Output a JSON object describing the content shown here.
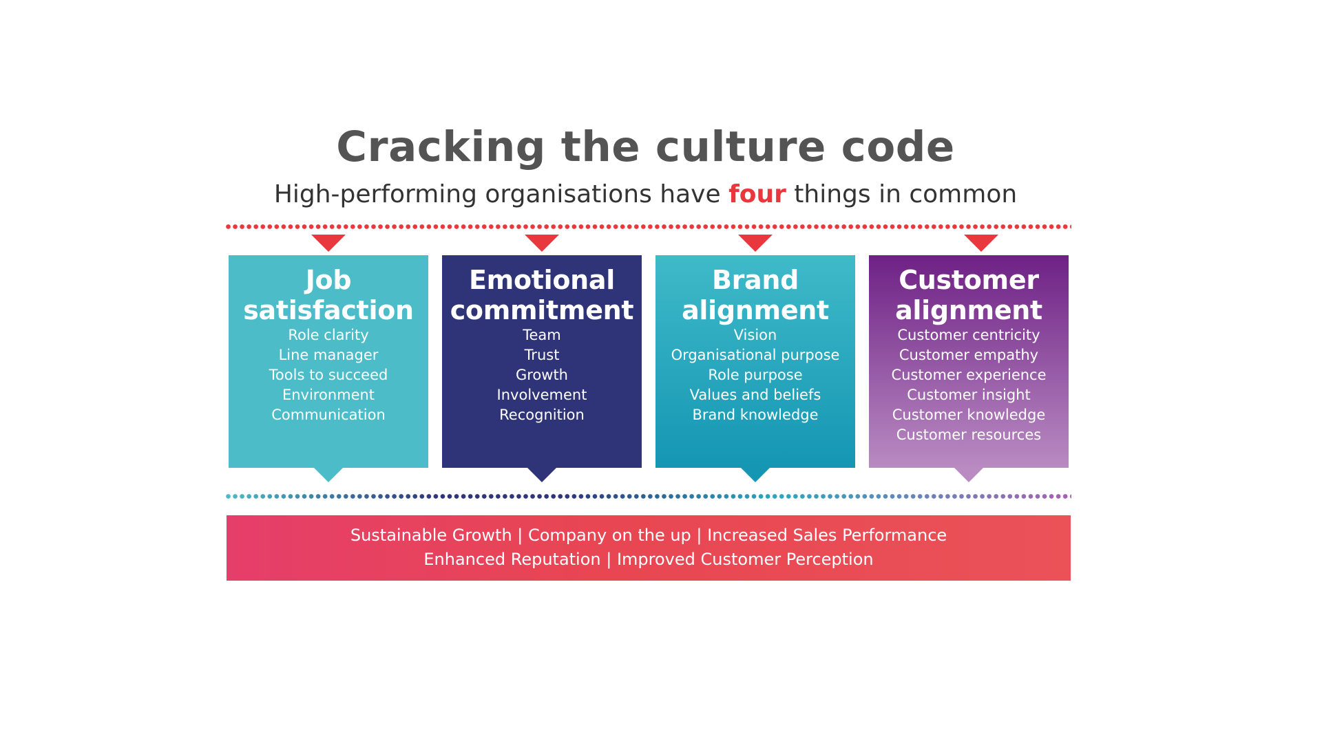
{
  "header": {
    "title": "Cracking the culture code",
    "subtitle_before": "High-performing organisations have ",
    "subtitle_highlight": "four",
    "subtitle_after": " things in common"
  },
  "colors": {
    "accent_red": "#e8383d",
    "teal": "#4bbcc8",
    "navy": "#2f3478",
    "blue_teal": "#1596b3",
    "purple": "#6e2185",
    "title_gray": "#545454"
  },
  "cards": [
    {
      "title_line1": "Job",
      "title_line2": "satisfaction",
      "items": [
        "Role clarity",
        "Line manager",
        "Tools to succeed",
        "Environment",
        "Communication"
      ]
    },
    {
      "title_line1": "Emotional",
      "title_line2": "commitment",
      "items": [
        "Team",
        "Trust",
        "Growth",
        "Involvement",
        "Recognition"
      ]
    },
    {
      "title_line1": "Brand",
      "title_line2": "alignment",
      "items": [
        "Vision",
        "Organisational purpose",
        "Role purpose",
        "Values and beliefs",
        "Brand knowledge"
      ]
    },
    {
      "title_line1": "Customer",
      "title_line2": "alignment",
      "items": [
        "Customer centricity",
        "Customer empathy",
        "Customer experience",
        "Customer insight",
        "Customer knowledge",
        "Customer resources"
      ]
    }
  ],
  "outcomes": {
    "line1": "Sustainable Growth  |  Company on the up  |  Increased Sales Performance",
    "line2": "Enhanced Reputation  |  Improved Customer Perception"
  }
}
